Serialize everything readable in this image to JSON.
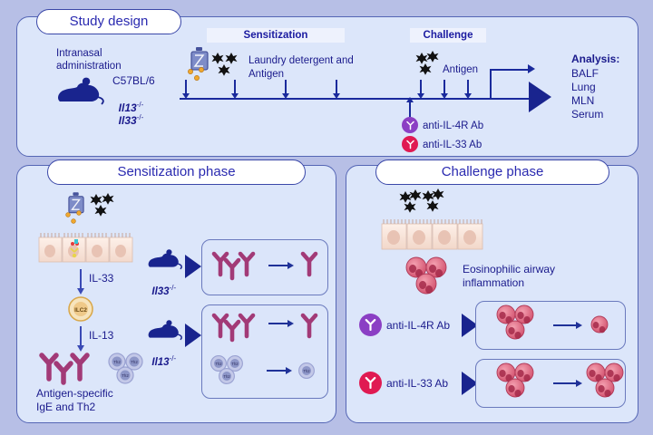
{
  "figure": {
    "background_color": "#b7bfe6",
    "panel_fill": "#dce6fa",
    "panel_border": "#5566b5",
    "text_color": "#1a1a8c"
  },
  "panels": {
    "study_design": {
      "title": "Study design",
      "intranasal_line1": "Intranasal",
      "intranasal_line2": "administration",
      "strain": "C57BL/6",
      "genotype_1": "Il13",
      "genotype_1_sup": "-/-",
      "genotype_2": "Il33",
      "genotype_2_sup": "-/-",
      "phase_sensitization": "Sensitization",
      "phase_challenge": "Challenge",
      "sensitization_agent_line1": "Laundry detergent and",
      "sensitization_agent_line2": "Antigen",
      "challenge_agent": "Antigen",
      "antibody_1": "anti-IL-4R Ab",
      "antibody_1_color": "#8b3fc4",
      "antibody_2": "anti-IL-33 Ab",
      "antibody_2_color": "#e01a52",
      "analysis_header": "Analysis:",
      "analysis_items": [
        "BALF",
        "Lung",
        "MLN",
        "Serum"
      ],
      "sensitization_arrow_count": 4,
      "challenge_arrow_count": 3
    },
    "sensitization_phase": {
      "title": "Sensitization phase",
      "cytokine_1": "IL-33",
      "cell_label": "ILC2",
      "cytokine_2": "IL-13",
      "outcome_line1": "Antigen-specific",
      "outcome_line2": "IgE and Th2",
      "knockout_1": "Il33",
      "knockout_1_sup": "-/-",
      "knockout_2": "Il13",
      "knockout_2_sup": "-/-",
      "result_1_before_count": 3,
      "result_1_after_count": 1,
      "result_2_igE_before_count": 3,
      "result_2_igE_after_count": 1,
      "result_2_th2_before_count": 3,
      "result_2_th2_after_count": 1,
      "th2_label": "Th2",
      "epithelium_cell_count": 4,
      "antibody_color": "#a23a77",
      "ilc2_color": "#f3d9a0"
    },
    "challenge_phase": {
      "title": "Challenge phase",
      "outcome_line1": "Eosinophilic airway",
      "outcome_line2": "inflammation",
      "antibody_1": "anti-IL-4R Ab",
      "antibody_1_color": "#8b3fc4",
      "antibody_2": "anti-IL-33 Ab",
      "antibody_2_color": "#e01a52",
      "epithelium_cell_count": 4,
      "eosinophil_count": 3,
      "row1_before_count": 3,
      "row1_after_count": 1,
      "row2_before_count": 3,
      "row2_after_count": 3,
      "eosinophil_color": "#d9536f"
    }
  }
}
